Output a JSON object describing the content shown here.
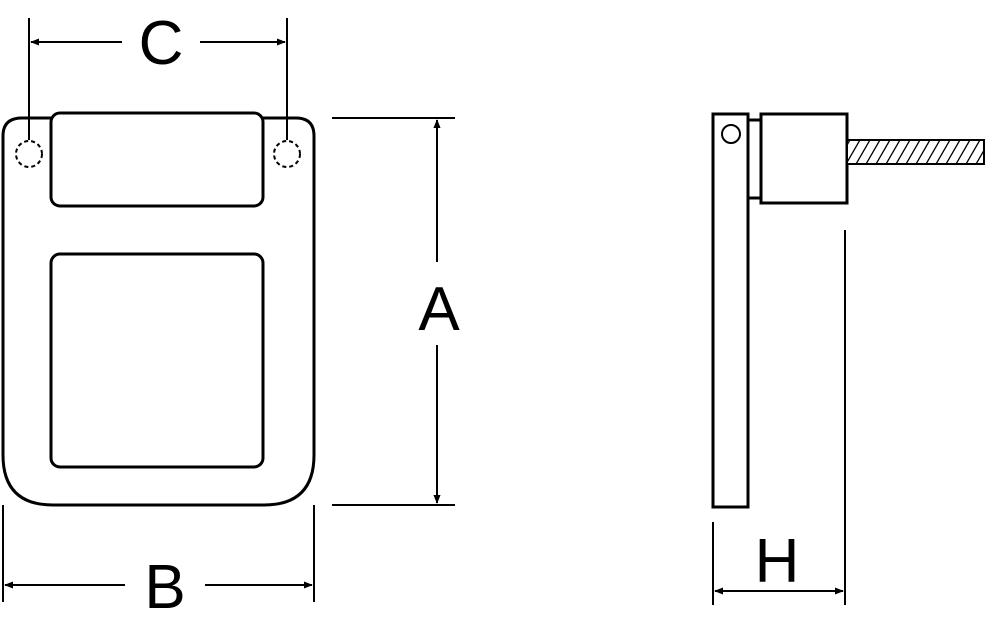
{
  "labels": {
    "a": "A",
    "b": "B",
    "c": "C",
    "h": "H"
  },
  "colors": {
    "stroke": "#000000",
    "background": "#ffffff"
  }
}
